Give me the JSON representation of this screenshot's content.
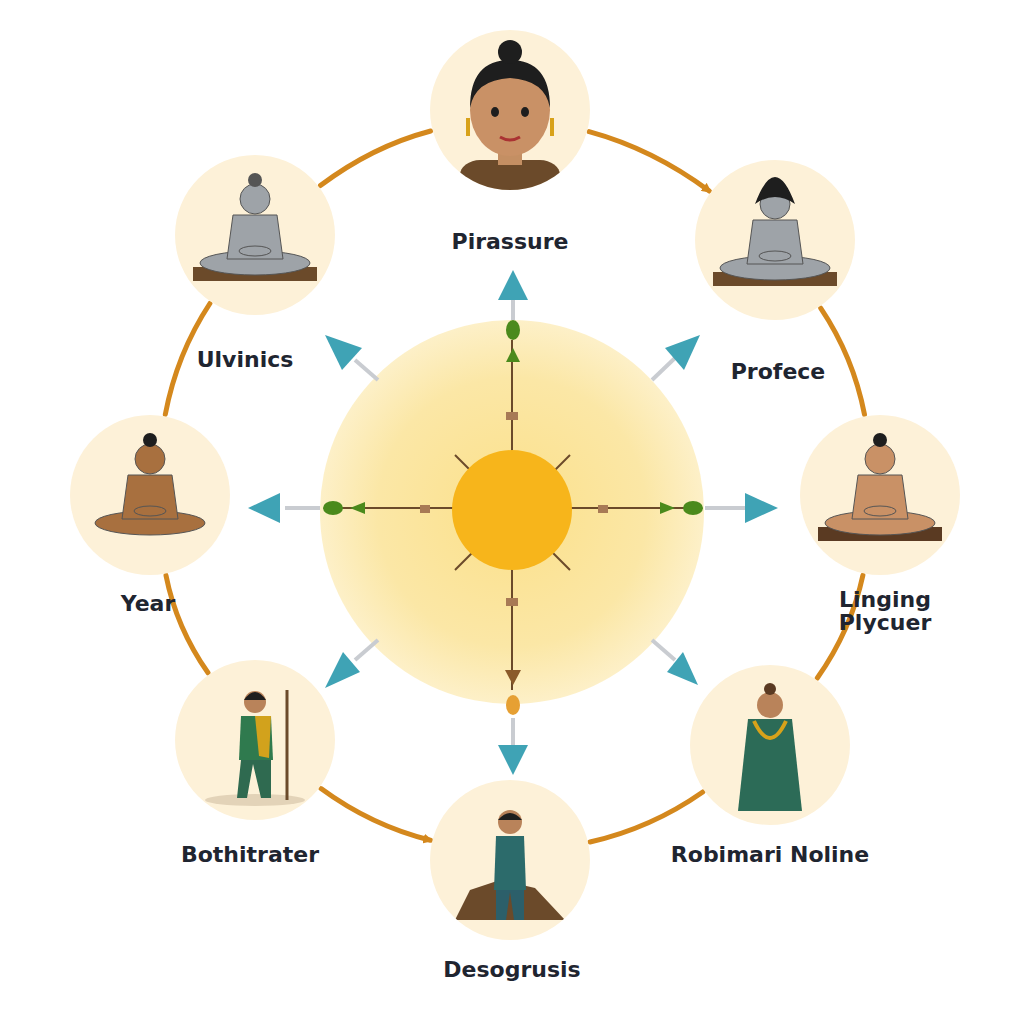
{
  "diagram": {
    "nodes": [
      {
        "text": [
          "Pirassure"
        ]
      },
      {
        "text": [
          "Ulvinics"
        ]
      },
      {
        "text": [
          "Profece"
        ]
      },
      {
        "text": [
          "Year"
        ]
      },
      {
        "text": [
          "Linging Plycuer"
        ]
      },
      {
        "text": [
          "Bothitrater"
        ]
      },
      {
        "text": [
          "Robimari Noline"
        ]
      },
      {
        "text": [
          "Desogrusis"
        ]
      }
    ],
    "edges": [
      {
        "from": 0,
        "to": 2,
        "arrow": "to"
      },
      {
        "from": 2,
        "to": 4,
        "arrow": "none"
      },
      {
        "from": 4,
        "to": 6,
        "arrow": "none"
      },
      {
        "from": 6,
        "to": 7,
        "arrow": "none"
      },
      {
        "from": 5,
        "to": 7,
        "arrow": "to"
      },
      {
        "from": 3,
        "to": 5,
        "arrow": "none"
      },
      {
        "from": 1,
        "to": 3,
        "arrow": "none"
      },
      {
        "from": 1,
        "to": 0,
        "arrow": "none"
      }
    ]
  }
}
